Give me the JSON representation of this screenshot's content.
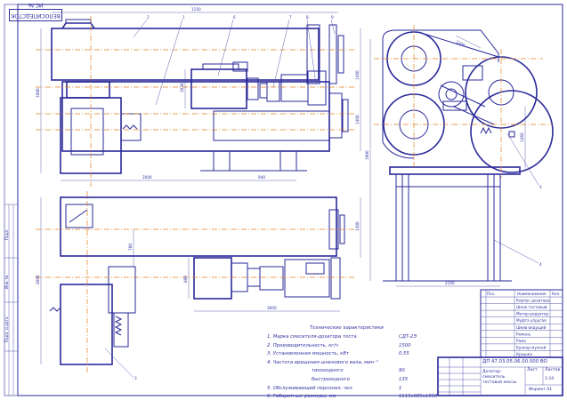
{
  "stamp": {
    "label": "ВЕЛОСИПЕДСТОК ИС №"
  },
  "dimensions": {
    "top_overall": "1150",
    "left_height": "1080",
    "bottom_a": "2000",
    "bottom_b": "940",
    "bottom_c": "1200",
    "mid_a": "890",
    "mid_b": "780",
    "motor_h": "1030",
    "right_a": "1460",
    "right_b": "1400",
    "right_c": "1900",
    "side_top": "1200",
    "side_base": "2100",
    "plan_left": "4000",
    "plan_mid": "3000",
    "plan_right": "1400",
    "plan_bottom": "1460"
  },
  "leaders": [
    "1",
    "2",
    "3",
    "4",
    "5",
    "6",
    "7",
    "8",
    "9"
  ],
  "technical": {
    "title": "Технические характеристики",
    "items": [
      {
        "label": "1. Марка смесителя-дозатора теста",
        "value": "СДТ-2Э"
      },
      {
        "label": "2. Производительность, кг/ч",
        "value": "1500"
      },
      {
        "label": "3. Установленная мощность, кВт",
        "value": "0,55"
      },
      {
        "label": "4. Частота вращения шнекового вала, мин⁻¹",
        "value": ""
      },
      {
        "label": "тихоходного",
        "value": "90"
      },
      {
        "label": "быстроходного",
        "value": "135"
      },
      {
        "label": "5. Обслуживающий персонал, чел",
        "value": "1"
      },
      {
        "label": "6. Габаритные размеры, мм",
        "value": "1115х685х1800"
      }
    ]
  },
  "title_block": {
    "doc_number": "ДП 47.03.05.06.00.000 ВО",
    "title": "Дозатор-смеситель тестовой массы",
    "sheet": "Лист",
    "sheets": "Листов",
    "scale": "1:10",
    "format": "Формат А1"
  },
  "spec_table": {
    "header_pos": "Поз.",
    "header_name": "Наименование",
    "header_qty": "Кол.",
    "rows": [
      "Корпус дозатора",
      "Шнек тестовый",
      "Мотор-редуктор",
      "Муфта упругая",
      "Шкив ведущий",
      "Ремень",
      "Рама",
      "Бункер мучной",
      "Крышка"
    ]
  },
  "left_margin": {
    "labels": [
      "Подп.",
      "Инв. №",
      "Подп. и дата"
    ]
  }
}
